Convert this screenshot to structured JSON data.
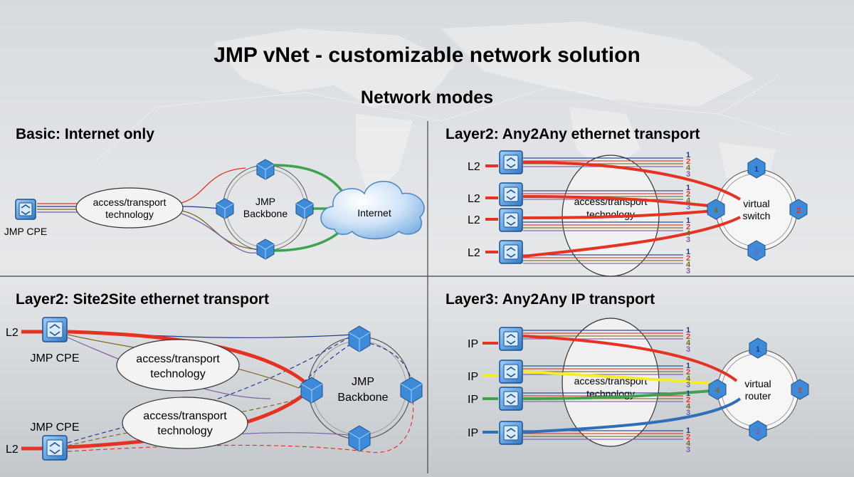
{
  "header": {
    "title": "JMP vNet - customizable network solution",
    "subtitle": "Network modes"
  },
  "panels": {
    "basic": {
      "title": "Basic: Internet only",
      "cpe_label": "JMP CPE",
      "access_label_1": "access/transport",
      "access_label_2": "technology",
      "backbone_1": "JMP",
      "backbone_2": "Backbone",
      "cloud_label": "Internet"
    },
    "l2any": {
      "title": "Layer2: Any2Any ethernet transport",
      "ports": [
        "L2",
        "L2",
        "L2",
        "L2"
      ],
      "access_label_1": "access/transport",
      "access_label_2": "technology",
      "switch_1": "virtual",
      "switch_2": "switch",
      "channel_numbers": [
        "1",
        "2",
        "4",
        "3"
      ],
      "node_numbers": [
        "1",
        "2",
        "3",
        "4"
      ]
    },
    "l2site": {
      "title": "Layer2: Site2Site ethernet transport",
      "ports": [
        "L2",
        "L2"
      ],
      "cpe_labels": [
        "JMP CPE",
        "JMP CPE"
      ],
      "access_label_1": "access/transport",
      "access_label_2": "technology",
      "backbone_1": "JMP",
      "backbone_2": "Backbone"
    },
    "l3any": {
      "title": "Layer3: Any2Any IP transport",
      "ports": [
        "IP",
        "IP",
        "IP",
        "IP"
      ],
      "access_label_1": "access/transport",
      "access_label_2": "technology",
      "router_1": "virtual",
      "router_2": "router",
      "channel_numbers": [
        "1",
        "2",
        "4",
        "3"
      ],
      "node_numbers": [
        "1",
        "2",
        "3",
        "4"
      ]
    }
  },
  "colors": {
    "red": "#e53223",
    "green": "#3fa34d",
    "yellow": "#f2ee2a",
    "blue": "#2f6fb7",
    "node": "#3d8bd8",
    "divider": "#444444",
    "num1": "#1f3c8c",
    "num2": "#e53223",
    "num4": "#7a6a1c",
    "num3": "#7b5ea7"
  }
}
